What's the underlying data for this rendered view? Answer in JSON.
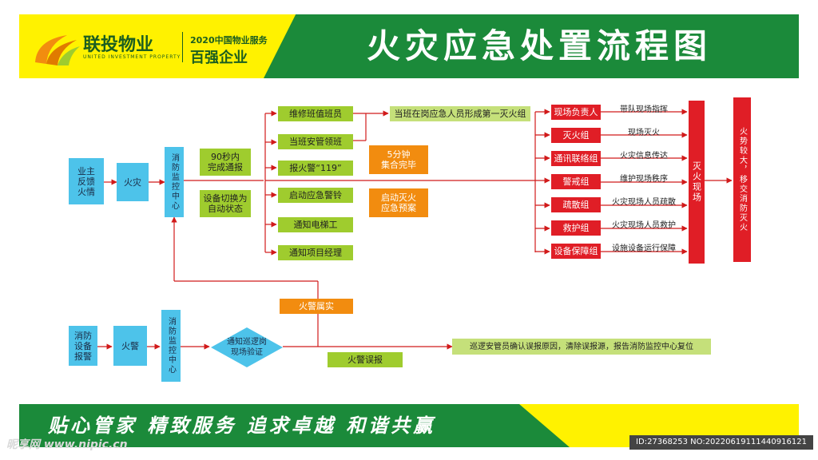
{
  "header": {
    "title": "火灾应急处置流程图",
    "logo_name": "联投物业",
    "logo_english": "UNITED INVESTMENT PROPERTY",
    "badge_line1": "2020中国物业服务",
    "badge_line2": "百强企业"
  },
  "footer": {
    "slogan": "贴心管家  精致服务  追求卓越  和谐共赢"
  },
  "watermark": {
    "site": "昵享网 www.nipic.cn",
    "id": "ID:27368253 NO:20220619111440916121"
  },
  "flow_top": {
    "owner_report": "业主\n反馈\n火情",
    "fire": "火灾",
    "monitor_center": "消防监控中心",
    "notify_90s": "90秒内\n完成通报",
    "device_switch": "设备切换为\n自动状态",
    "actions": [
      "维修班值班员",
      "当班安管领班",
      "报火警“119”",
      "启动应急警铃",
      "通知电梯工",
      "通知项目经理"
    ],
    "first_fire_team": "当班在岗应急人员形成第一灭火组",
    "assemble_5min": "5分钟\n集合完毕",
    "start_plan": "启动灭火\n应急预案",
    "teams": [
      "现场负责人",
      "灭火组",
      "通讯联络组",
      "警戒组",
      "疏散组",
      "救护组",
      "设备保障组"
    ],
    "duties": [
      "带队现场指挥",
      "现场灭火",
      "火灾信息传达",
      "维护现场秩序",
      "火灾现场人员疏散",
      "火灾现场人员救护",
      "设施设备运行保障"
    ],
    "fire_scene": "灭火现场",
    "handover": "火势较大，移交消防灭火"
  },
  "flow_bottom": {
    "device_alarm": "消防\n设备\n报警",
    "fire_alarm": "火警",
    "monitor_center": "消防监控中心",
    "verify": "通知巡逻岗\n现场验证",
    "confirmed": "火警属实",
    "false_alarm": "火警误报",
    "false_action": "巡逻安管员确认误报原因，清除误报源，报告消防监控中心复位"
  },
  "colors": {
    "header_green": "#1b8a3a",
    "header_yellow": "#fff200",
    "box_green": "#9fcc2e",
    "box_orange": "#f28c0f",
    "box_blue": "#4dc3ea",
    "box_red": "#e01e26",
    "line_red": "#d11a1a"
  }
}
